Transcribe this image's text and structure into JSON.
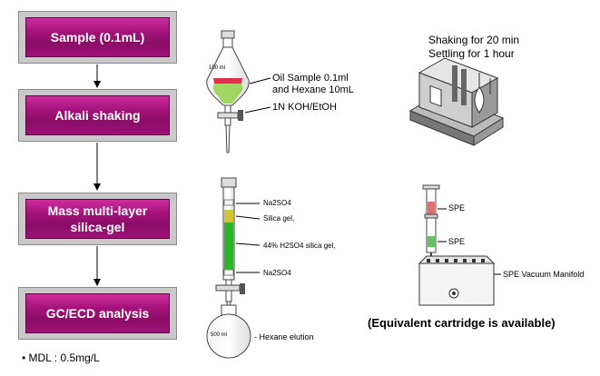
{
  "steps": [
    {
      "label": "Sample (0.1mL)"
    },
    {
      "label": "Alkali shaking"
    },
    {
      "label": "Mass multi-layer\nsilica-gel"
    },
    {
      "label": "GC/ECD analysis"
    }
  ],
  "mdl": "MDL : 0.5mg/L",
  "funnel": {
    "volume_label": "100 ml",
    "note_line1": "Oil Sample 0.1ml",
    "note_line2": "and Hexane 10mL",
    "reagent": "1N KOH/EtOH"
  },
  "shaker": {
    "line1": "Shaking for 20 min",
    "line2": "Settling for 1 hour"
  },
  "column": {
    "layer1": "Na2SO4",
    "layer2": "Silica gel,",
    "layer3": "44% H2SO4 silica gel,",
    "layer4": "Na2SO4",
    "flask_label": "500 ml",
    "elution": "- Hexane elution"
  },
  "spe": {
    "label_top": "SPE",
    "label_bottom": "SPE",
    "manifold": "SPE Vacuum Manifold",
    "note": "(Equivalent cartridge is available)"
  },
  "colors": {
    "step_fill": "#a5137a",
    "step_frame": "#c9c9c9",
    "silica_yellow": "#d4c43a",
    "acid_green": "#2bb52b",
    "funnel_red": "#e0304a",
    "funnel_green": "#8fd04a"
  }
}
